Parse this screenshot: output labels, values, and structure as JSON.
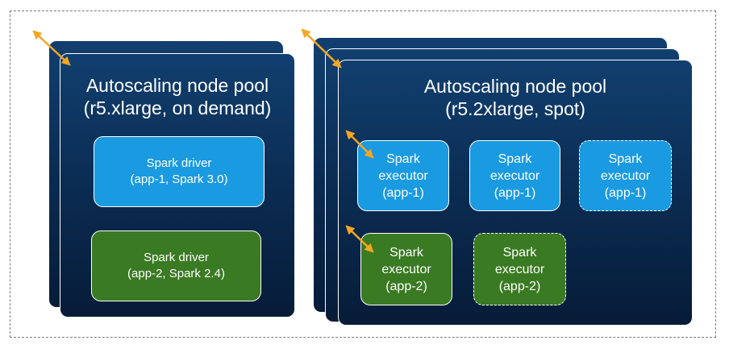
{
  "pools": [
    {
      "title_line1": "Autoscaling node pool",
      "title_line2": "(r5.xlarge, on demand)"
    },
    {
      "title_line1": "Autoscaling node pool",
      "title_line2": "(r5.2xlarge, spot)"
    }
  ],
  "drivers": [
    {
      "line1": "Spark driver",
      "line2": "(app-1, Spark 3.0)",
      "color": "#1a9ae0"
    },
    {
      "line1": "Spark driver",
      "line2": "(app-2, Spark 2.4)",
      "color": "#3a7a22"
    }
  ],
  "executors": [
    {
      "line1": "Spark",
      "line2": "executor",
      "line3": "(app-1)",
      "color": "#1a9ae0",
      "dashed": false
    },
    {
      "line1": "Spark",
      "line2": "executor",
      "line3": "(app-1)",
      "color": "#1a9ae0",
      "dashed": false
    },
    {
      "line1": "Spark",
      "line2": "executor",
      "line3": "(app-1)",
      "color": "#1a9ae0",
      "dashed": true
    },
    {
      "line1": "Spark",
      "line2": "executor",
      "line3": "(app-2)",
      "color": "#3a7a22",
      "dashed": false
    },
    {
      "line1": "Spark",
      "line2": "executor",
      "line3": "(app-2)",
      "color": "#3a7a22",
      "dashed": true
    }
  ],
  "colors": {
    "pool_background": "#0a2a4f",
    "app1": "#1a9ae0",
    "app2": "#3a7a22",
    "resize_arrow": "#f5a623"
  }
}
